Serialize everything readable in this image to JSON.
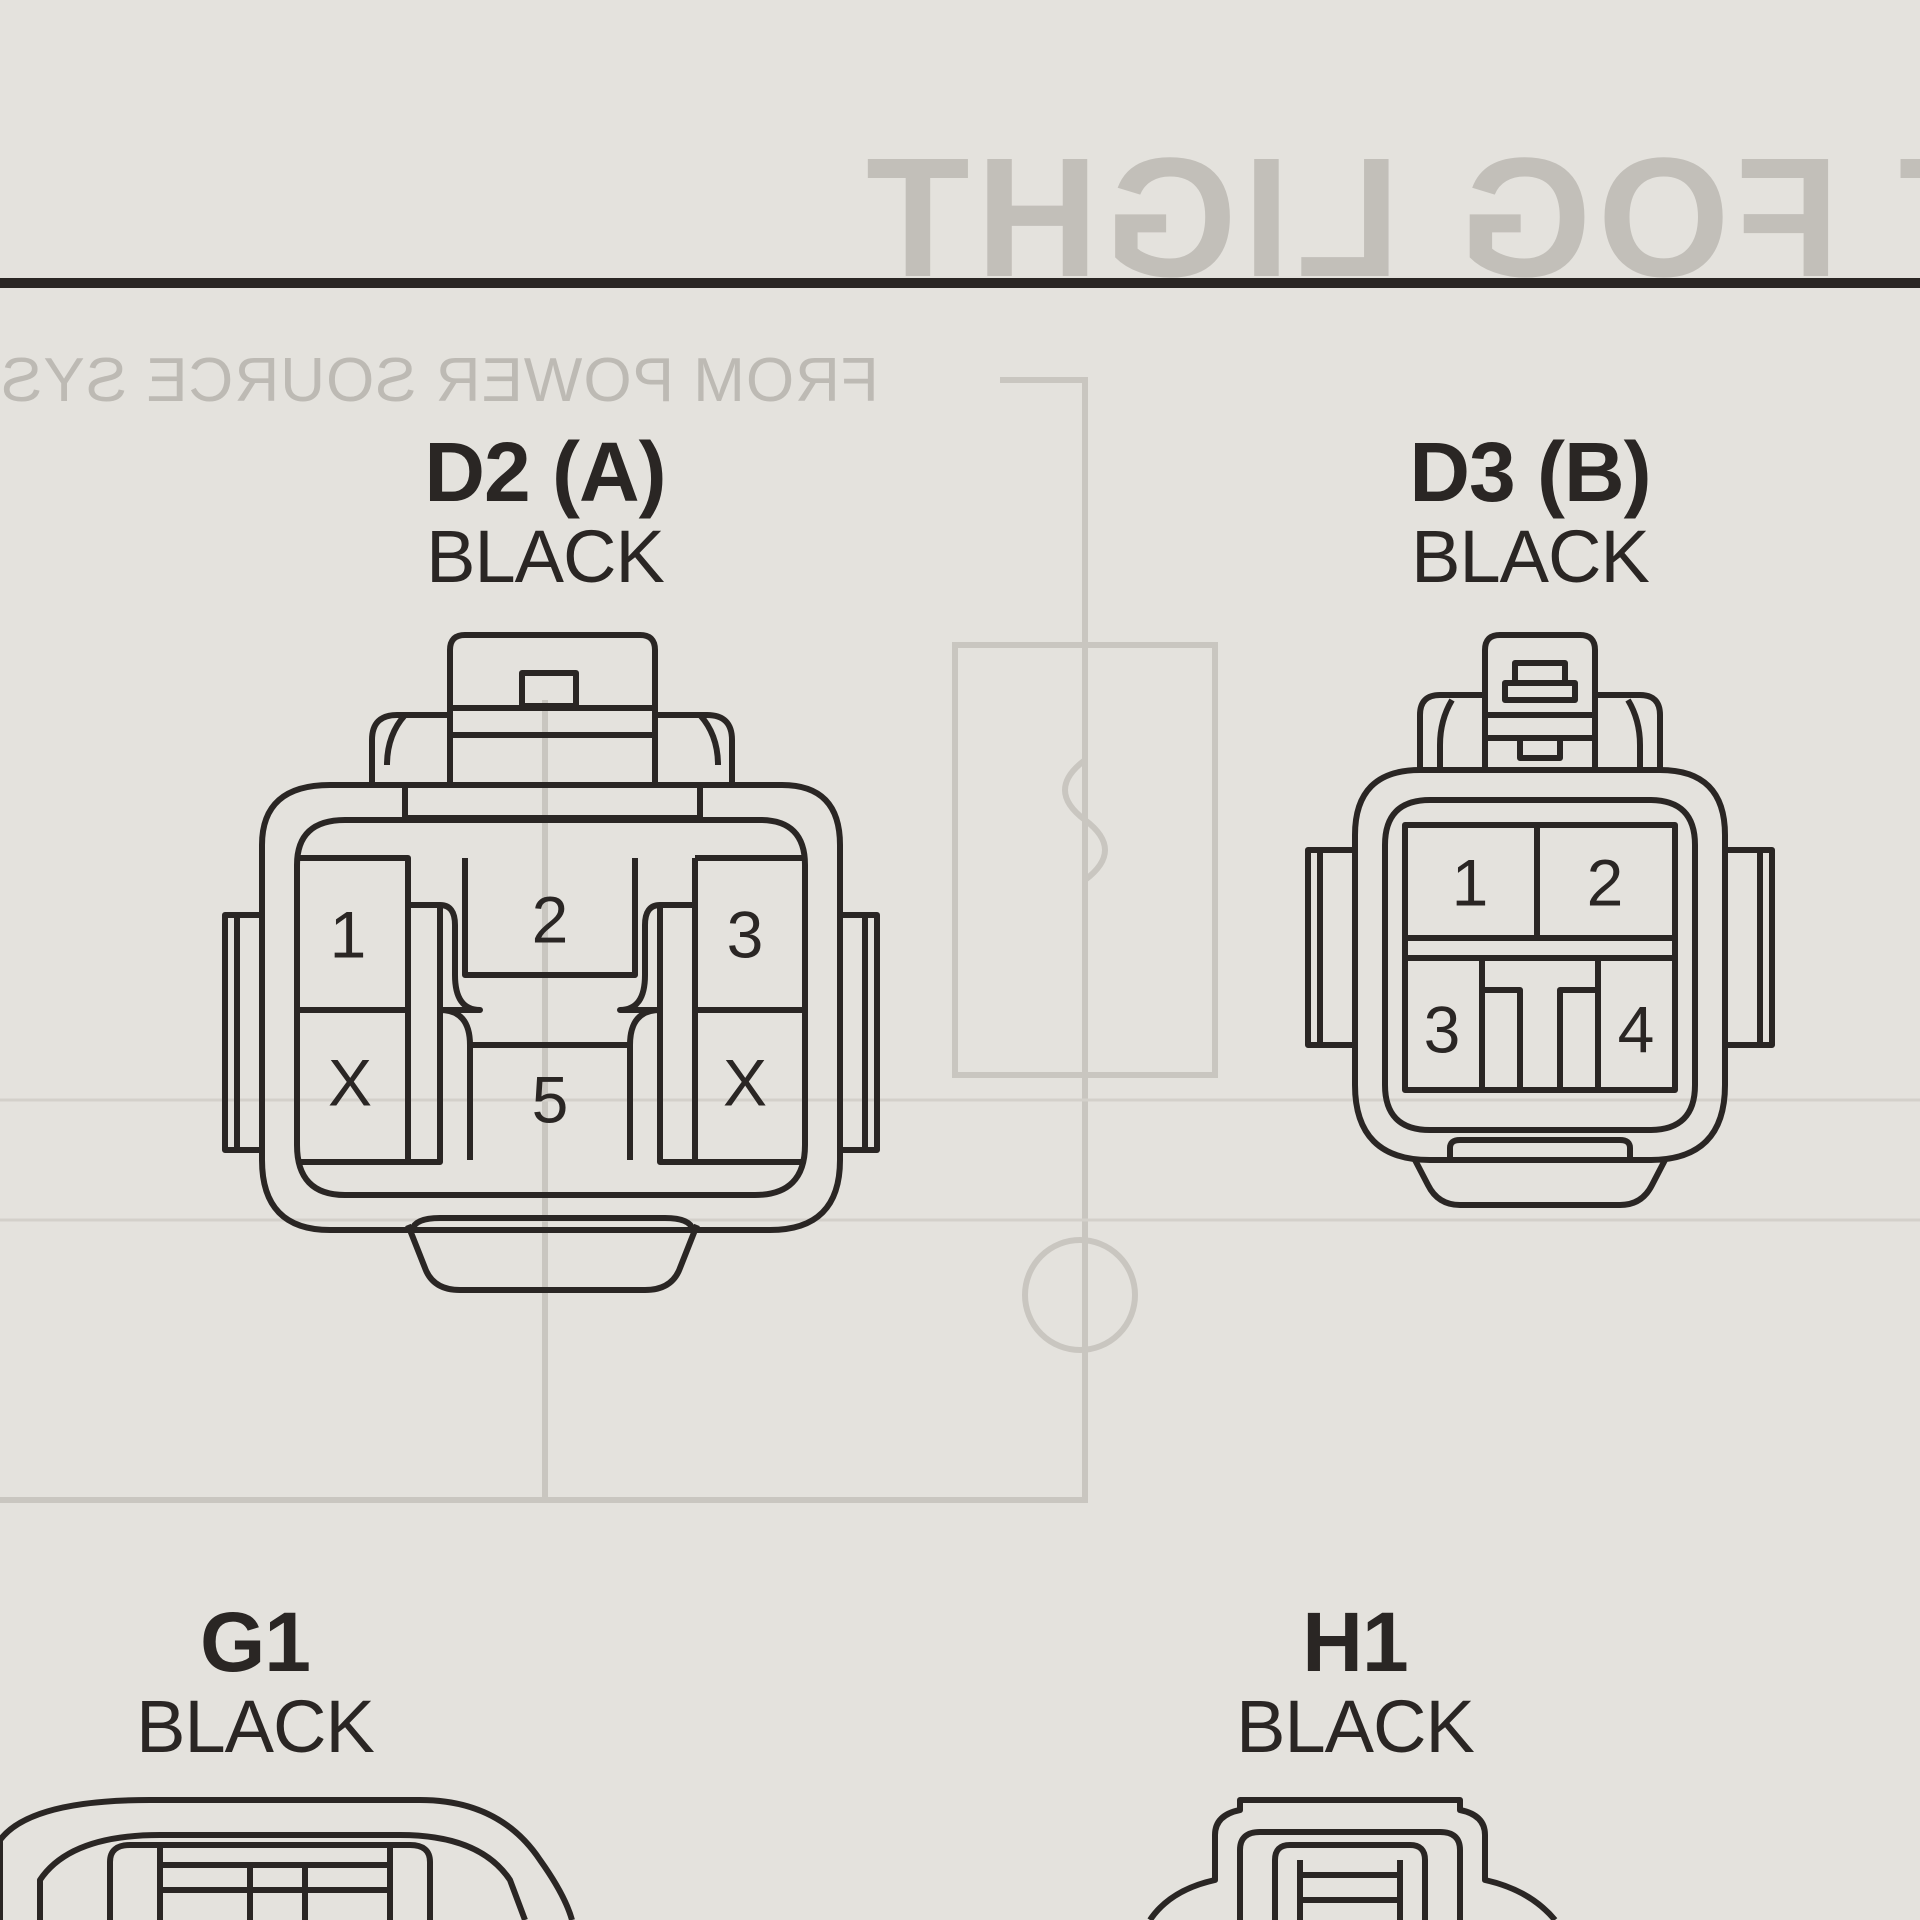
{
  "page_title": "T FOG LIGHT",
  "source_note": "FROM POWER SOURCE SYS",
  "connectors": [
    {
      "id": "d2",
      "code": "D2 (A)",
      "color": "BLACK",
      "pins": [
        "1",
        "2",
        "3",
        "X",
        "5",
        "X"
      ]
    },
    {
      "id": "d3",
      "code": "D3 (B)",
      "color": "BLACK",
      "pins": [
        "1",
        "2",
        "3",
        "4"
      ]
    },
    {
      "id": "g1",
      "code": "G1",
      "color": "BLACK",
      "pins": []
    },
    {
      "id": "h1",
      "code": "H1",
      "color": "BLACK",
      "pins": []
    }
  ]
}
